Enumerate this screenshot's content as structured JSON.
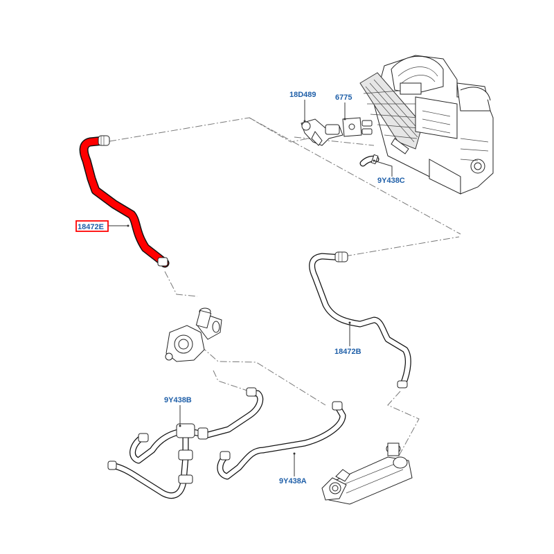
{
  "callouts": {
    "c18D489": "18D489",
    "c6775": "6775",
    "c9Y438C": "9Y438C",
    "c18472E": "18472E",
    "c18472B": "18472B",
    "c9Y438B": "9Y438B",
    "c9Y438A": "9Y438A"
  },
  "colors": {
    "highlight": "#ff0000",
    "callout_text": "#1f5fa8"
  }
}
